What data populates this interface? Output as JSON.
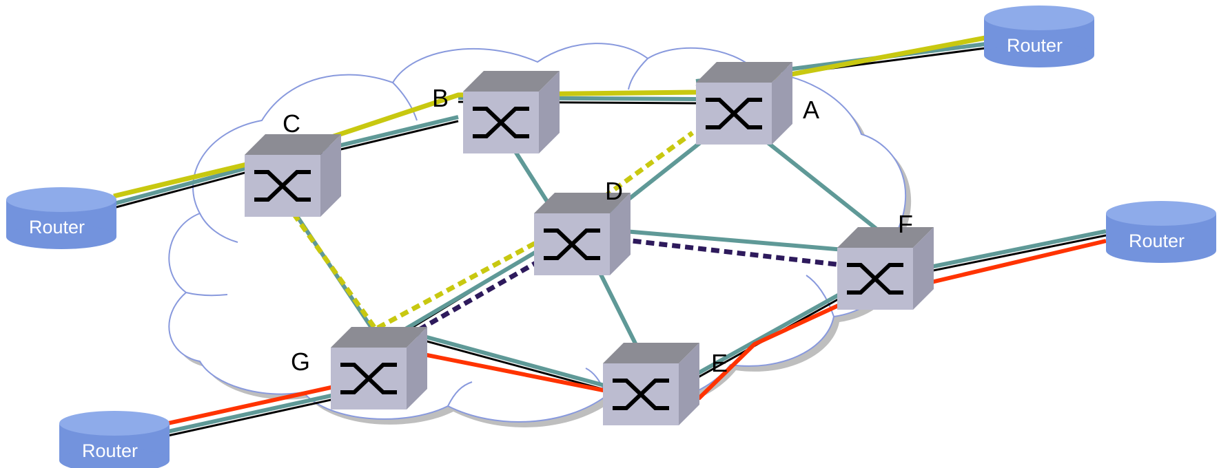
{
  "routers": [
    {
      "id": "router-top-right",
      "label": "Router"
    },
    {
      "id": "router-left",
      "label": "Router"
    },
    {
      "id": "router-right",
      "label": "Router"
    },
    {
      "id": "router-bottom-left",
      "label": "Router"
    }
  ],
  "switches": [
    {
      "id": "A",
      "label": "A"
    },
    {
      "id": "B",
      "label": "B"
    },
    {
      "id": "C",
      "label": "C"
    },
    {
      "id": "D",
      "label": "D"
    },
    {
      "id": "E",
      "label": "E"
    },
    {
      "id": "F",
      "label": "F"
    },
    {
      "id": "G",
      "label": "G"
    }
  ],
  "colors": {
    "teal": "#5f9997",
    "yellow": "#c8c810",
    "red": "#ff3300",
    "purple": "#2e1a5c",
    "router_fill": "#7393dd",
    "cloud_stroke": "#8899dd",
    "switch_top": "#8c8c94",
    "switch_front": "#bcbcd0",
    "switch_side": "#9c9cb0"
  }
}
